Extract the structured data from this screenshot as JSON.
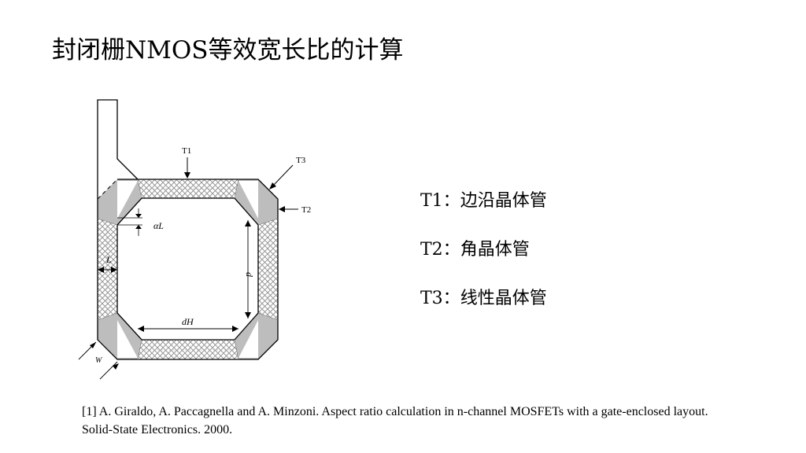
{
  "slide": {
    "title": "封闭栅NMOS等效宽长比的计算"
  },
  "diagram": {
    "labels": {
      "t1": "T1",
      "t2": "T2",
      "t3": "T3",
      "alpha_l": "αL",
      "l": "L",
      "d": "d",
      "d_h": "dH",
      "w": "W"
    },
    "colors": {
      "hatch": "#8c8c8c",
      "corner": "#bdbdbd",
      "outline": "#000000"
    }
  },
  "legend": {
    "items": [
      {
        "key": "T1",
        "sep": "：",
        "desc": "边沿晶体管"
      },
      {
        "key": "T2",
        "sep": "：",
        "desc": "角晶体管"
      },
      {
        "key": "T3",
        "sep": "：",
        "desc": "线性晶体管"
      }
    ]
  },
  "reference": {
    "text": "[1] A. Giraldo, A. Paccagnella and A. Minzoni. Aspect ratio calculation in n-channel MOSFETs with a gate-enclosed layout. Solid-State Electronics. 2000."
  }
}
